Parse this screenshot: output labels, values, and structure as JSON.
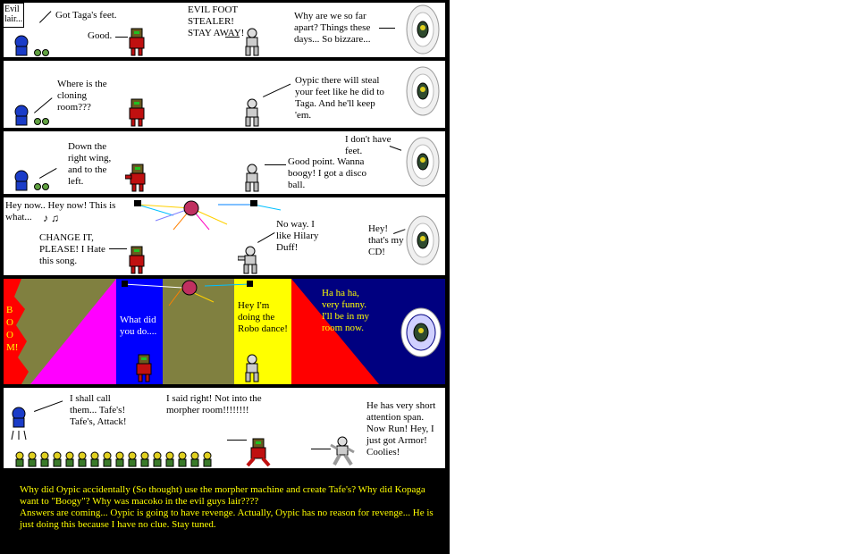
{
  "panel1": {
    "lair_sign": "Evil lair...",
    "line1": "Got Taga's feet.",
    "line2": "Good.",
    "line3": "EVIL FOOT STEALER! STAY AWAY!",
    "line4": "Why are we so far apart? Things these days... So bizzare..."
  },
  "panel2": {
    "line1": "Where is the cloning room???",
    "line2": "Oypic there will steal your feet like he did to Taga. And he'll keep 'em."
  },
  "panel3": {
    "line1": "Down the right wing, and to the left.",
    "line2": "Good point. Wanna boogy! I got a disco ball.",
    "line3": "I don't have feet."
  },
  "panel4": {
    "line1": "Hey now.. Hey now! This is what...",
    "line2": "CHANGE IT, PLEASE! I Hate this song.",
    "line3": "No way. I like Hilary Duff!",
    "line4": "Hey! that's my CD!"
  },
  "panel5": {
    "boom": "BOOM!",
    "line1": "What did you do....",
    "line2": "Hey I'm doing the Robo dance!",
    "line3": "Ha ha ha, very funny. I'll be in my room now."
  },
  "panel6": {
    "line1": "I shall call them... Tafe's! Tafe's, Attack!",
    "line2": "I said right! Not into the morpher room!!!!!!!!",
    "line3": "He has very short attention span. Now Run! Hey, I just got Armor! Coolies!"
  },
  "caption": {
    "para1": "Why did Oypic accidentally (So thought) use the morpher machine and create Tafe's? Why did Kopaga want to \"Boogy\"? Why was macoko in the evil guys lair????",
    "para2": "Answers are coming... Oypic is going to have revenge. Actually, Oypic has no reason for revenge... He is just doing this because I have no clue. Stay tuned."
  },
  "colors": {
    "background": "#000000",
    "caption_text": "#ffff00",
    "olive": "#808040",
    "magenta": "#ff00ff",
    "blue": "#0000ff",
    "navy": "#000080",
    "red": "#ff0000",
    "yellow": "#ffff00"
  }
}
